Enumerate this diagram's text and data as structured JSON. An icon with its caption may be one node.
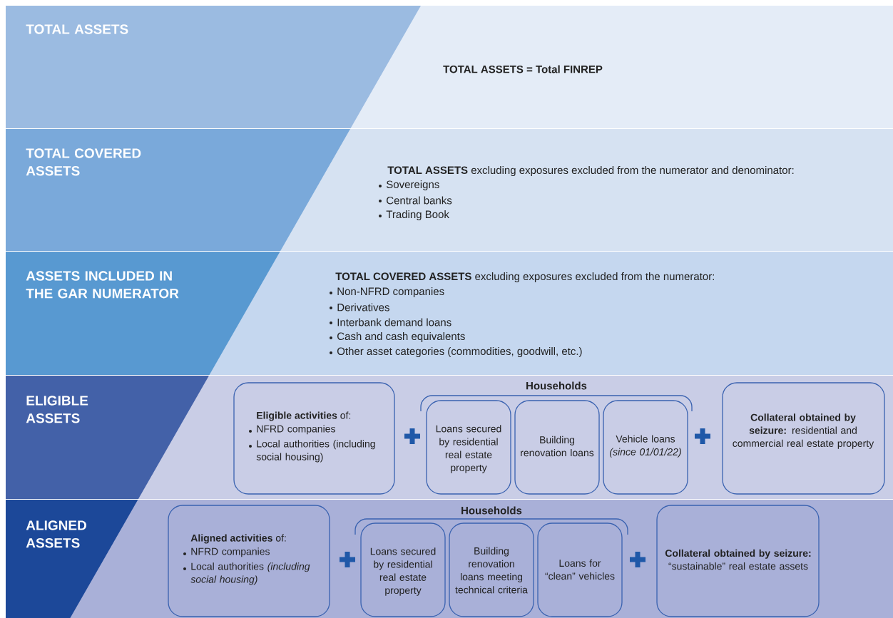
{
  "diagram": {
    "nodes": [
      {
        "text": [
          "TOTAL ASSETS",
          "TOTAL ASSETS = Total FINREP"
        ]
      },
      {
        "text": [
          "TOTAL COVERED ASSETS",
          "**TOTAL ASSETS** excluding exposures excluded from the numerator and denominator:",
          "Sovereigns",
          "Central banks",
          "Trading Book"
        ]
      },
      {
        "text": [
          "ASSETS INCLUDED IN THE GAR NUMERATOR",
          "**TOTAL COVERED ASSETS** excluding exposures excluded from the numerator:",
          "Non-NFRD companies",
          "Derivatives",
          "Interbank demand loans",
          "Cash and cash equivalents",
          "Other asset categories (commodities, goodwill, etc.)"
        ]
      },
      {
        "text": [
          "ELIGIBLE ASSETS"
        ]
      },
      {
        "text": [
          "**Eligible activities** of:",
          "NFRD companies",
          "Local authorities (including social housing)"
        ],
        "in": 3
      },
      {
        "text": [
          "Loans secured by residential real estate property"
        ],
        "in": 3
      },
      {
        "text": [
          "Building renovation loans"
        ],
        "in": 3
      },
      {
        "text": [
          "Vehicle loans *(since 01/01/22)*"
        ],
        "in": 3
      },
      {
        "text": [
          "**Collateral obtained by seizure:** residential and commercial real estate property"
        ],
        "in": 3
      },
      {
        "text": [
          "ALIGNED ASSETS"
        ]
      },
      {
        "text": [
          "**Aligned activities** of:",
          "NFRD companies",
          "Local authorities *(including social housing)*"
        ],
        "in": 9
      },
      {
        "text": [
          "Loans secured by residential real estate property"
        ],
        "in": 9
      },
      {
        "text": [
          "Building renovation loans meeting technical criteria"
        ],
        "in": 9
      },
      {
        "text": [
          "Loans for “clean” vehicles"
        ],
        "in": 9
      },
      {
        "text": [
          "**Collateral obtained by seizure:** “sustainable” real estate assets"
        ],
        "in": 9
      }
    ],
    "labels": [
      "Households",
      "Households"
    ]
  }
}
